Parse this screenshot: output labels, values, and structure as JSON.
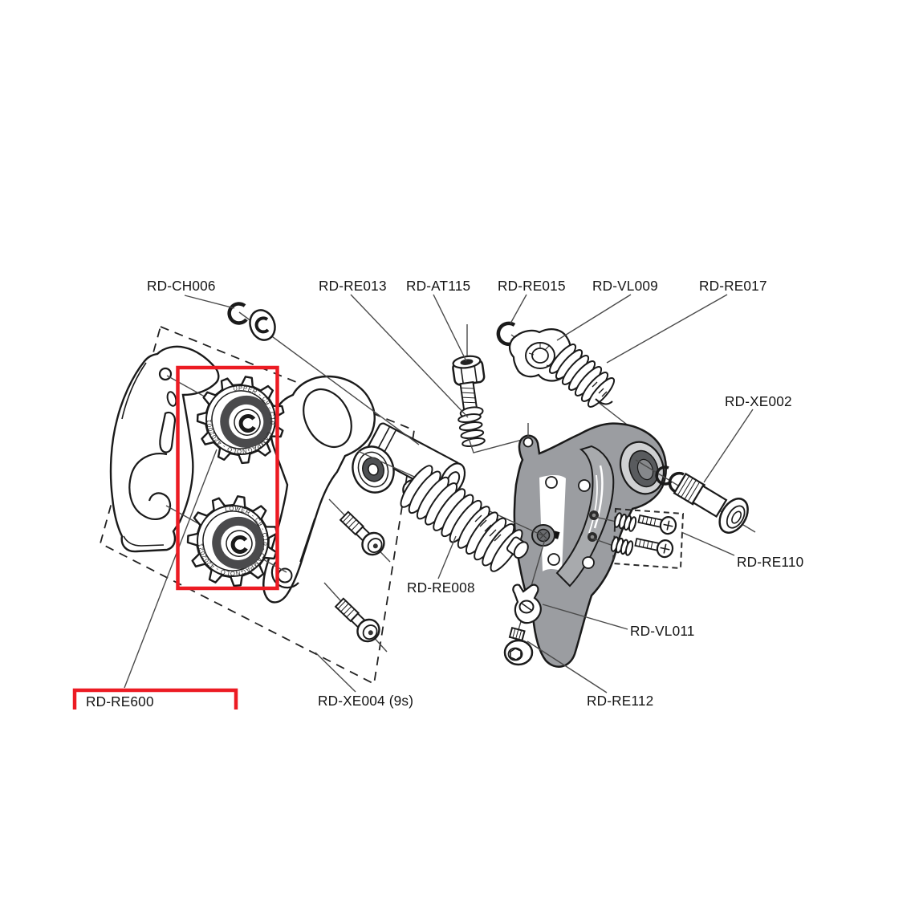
{
  "page": {
    "background": "#ffffff"
  },
  "diagram": {
    "kind": "exploded-parts-diagram-rear-derailleur",
    "accent_red": "#ec1b23",
    "body_gray": "#9b9da1",
    "labels": [
      {
        "id": "rd-ch006",
        "text": "RD-CH006"
      },
      {
        "id": "rd-re013",
        "text": "RD-RE013"
      },
      {
        "id": "rd-at115",
        "text": "RD-AT115"
      },
      {
        "id": "rd-re015",
        "text": "RD-RE015"
      },
      {
        "id": "rd-vl009",
        "text": "RD-VL009"
      },
      {
        "id": "rd-re017",
        "text": "RD-RE017"
      },
      {
        "id": "rd-xe002",
        "text": "RD-XE002"
      },
      {
        "id": "rd-re110",
        "text": "RD-RE110"
      },
      {
        "id": "rd-re008",
        "text": "RD-RE008"
      },
      {
        "id": "rd-vl011",
        "text": "RD-VL011"
      },
      {
        "id": "rd-re112",
        "text": "RD-RE112"
      },
      {
        "id": "rd-xe004",
        "text": "RD-XE004 (9s)"
      },
      {
        "id": "rd-re600",
        "text": "RD-RE600"
      }
    ],
    "pulleys": {
      "upper_text": "UPPER - C9 - C10 - CAMPAGNOLO - 4202001",
      "lower_text": "LOWER - C9 - C10 - CAMPAGNOLO - 4202021"
    }
  }
}
